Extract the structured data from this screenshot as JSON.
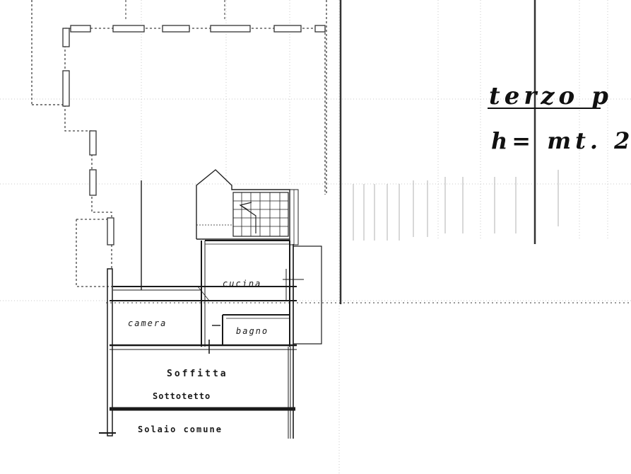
{
  "rooms": {
    "cucina": "cucina",
    "camera": "camera",
    "bagno": "bagno",
    "soffitta": "Soffitta",
    "sottotetto": "Sottotetto",
    "solaio_comune": "Solaio comune"
  },
  "annotations": {
    "floor": "terzo p",
    "height": "h= mt. 2."
  },
  "colors": {
    "ink": "#1a1a1a",
    "dashed": "#444444",
    "grid": "#bfbfbf",
    "paper": "#ffffff"
  }
}
